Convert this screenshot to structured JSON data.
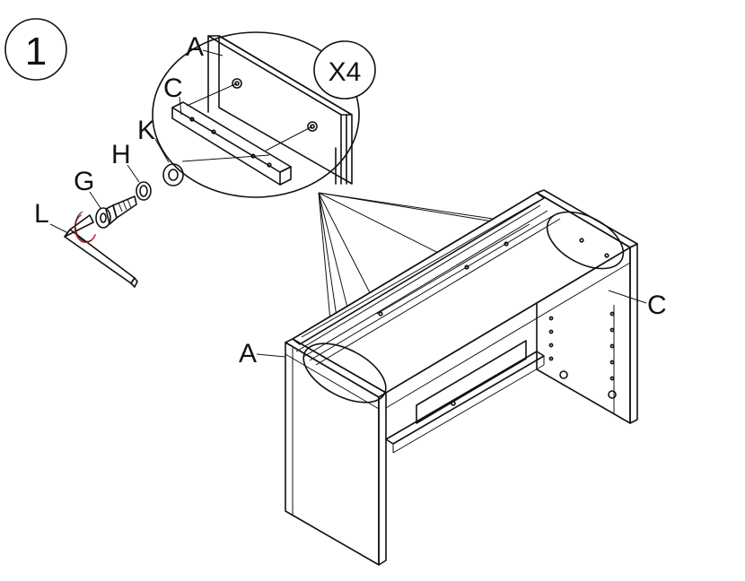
{
  "step": {
    "number": "1"
  },
  "callout": {
    "quantity": "X4"
  },
  "parts": {
    "A_detail": "A",
    "C_detail": "C",
    "K": "K",
    "H": "H",
    "G": "G",
    "L": "L",
    "C_main": "C",
    "A_main": "A"
  },
  "colors": {
    "line": "#111111",
    "accent": "#c0283a",
    "background": "#ffffff"
  }
}
